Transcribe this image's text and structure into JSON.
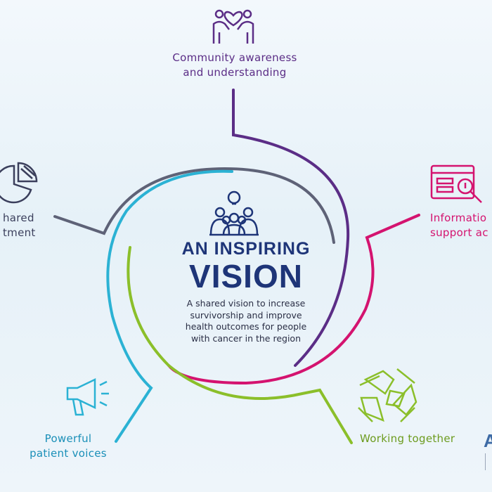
{
  "center": {
    "title_line1": "AN INSPIRING",
    "title_line2": "VISION",
    "description": [
      "A shared vision to increase",
      "survivorship and improve",
      "health outcomes for people",
      "with cancer in the region"
    ]
  },
  "pillars": {
    "community": {
      "lines": [
        "Community awareness",
        "and understanding"
      ],
      "icon": "people-heart-icon",
      "color": "#5b2d86"
    },
    "information": {
      "lines": [
        "Informatio",
        "support ac"
      ],
      "icon": "webpage-search-icon",
      "color": "#d4136f"
    },
    "working": {
      "lines": [
        "Working together"
      ],
      "icon": "joined-hands-icon",
      "color": "#8bbf2a"
    },
    "patient": {
      "lines": [
        "Powerful",
        "patient voices"
      ],
      "icon": "megaphone-icon",
      "color": "#2bb2d4"
    },
    "investment": {
      "lines": [
        "hared",
        "tment"
      ],
      "icon": "pie-chart-icon",
      "color": "#5e6277"
    }
  },
  "logo": {
    "text": "A"
  }
}
